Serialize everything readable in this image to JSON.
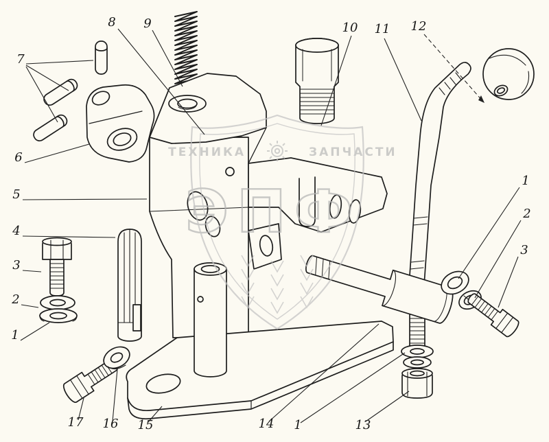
{
  "colors": {
    "paper": "#fcfaf2",
    "ink": "#1d1d1d",
    "watermark_gray": "#b9b9b9"
  },
  "watermark": {
    "brand_left": "ТЕХНИКА",
    "brand_right": "ЗАПЧАСТИ",
    "gear_icon": "gear-icon",
    "logo_text": "ЭПФ"
  },
  "callouts": {
    "top": [
      {
        "label": "8"
      },
      {
        "label": "9"
      },
      {
        "label": "10"
      },
      {
        "label": "11"
      },
      {
        "label": "12"
      }
    ],
    "left": [
      {
        "label": "7"
      },
      {
        "label": "6"
      },
      {
        "label": "5"
      },
      {
        "label": "4"
      },
      {
        "label": "3"
      },
      {
        "label": "2"
      },
      {
        "label": "1"
      }
    ],
    "right": [
      {
        "label": "1"
      },
      {
        "label": "2"
      },
      {
        "label": "3"
      }
    ],
    "bottom": [
      {
        "label": "17"
      },
      {
        "label": "16"
      },
      {
        "label": "15"
      },
      {
        "label": "14"
      },
      {
        "label": "1"
      },
      {
        "label": "13"
      }
    ]
  }
}
